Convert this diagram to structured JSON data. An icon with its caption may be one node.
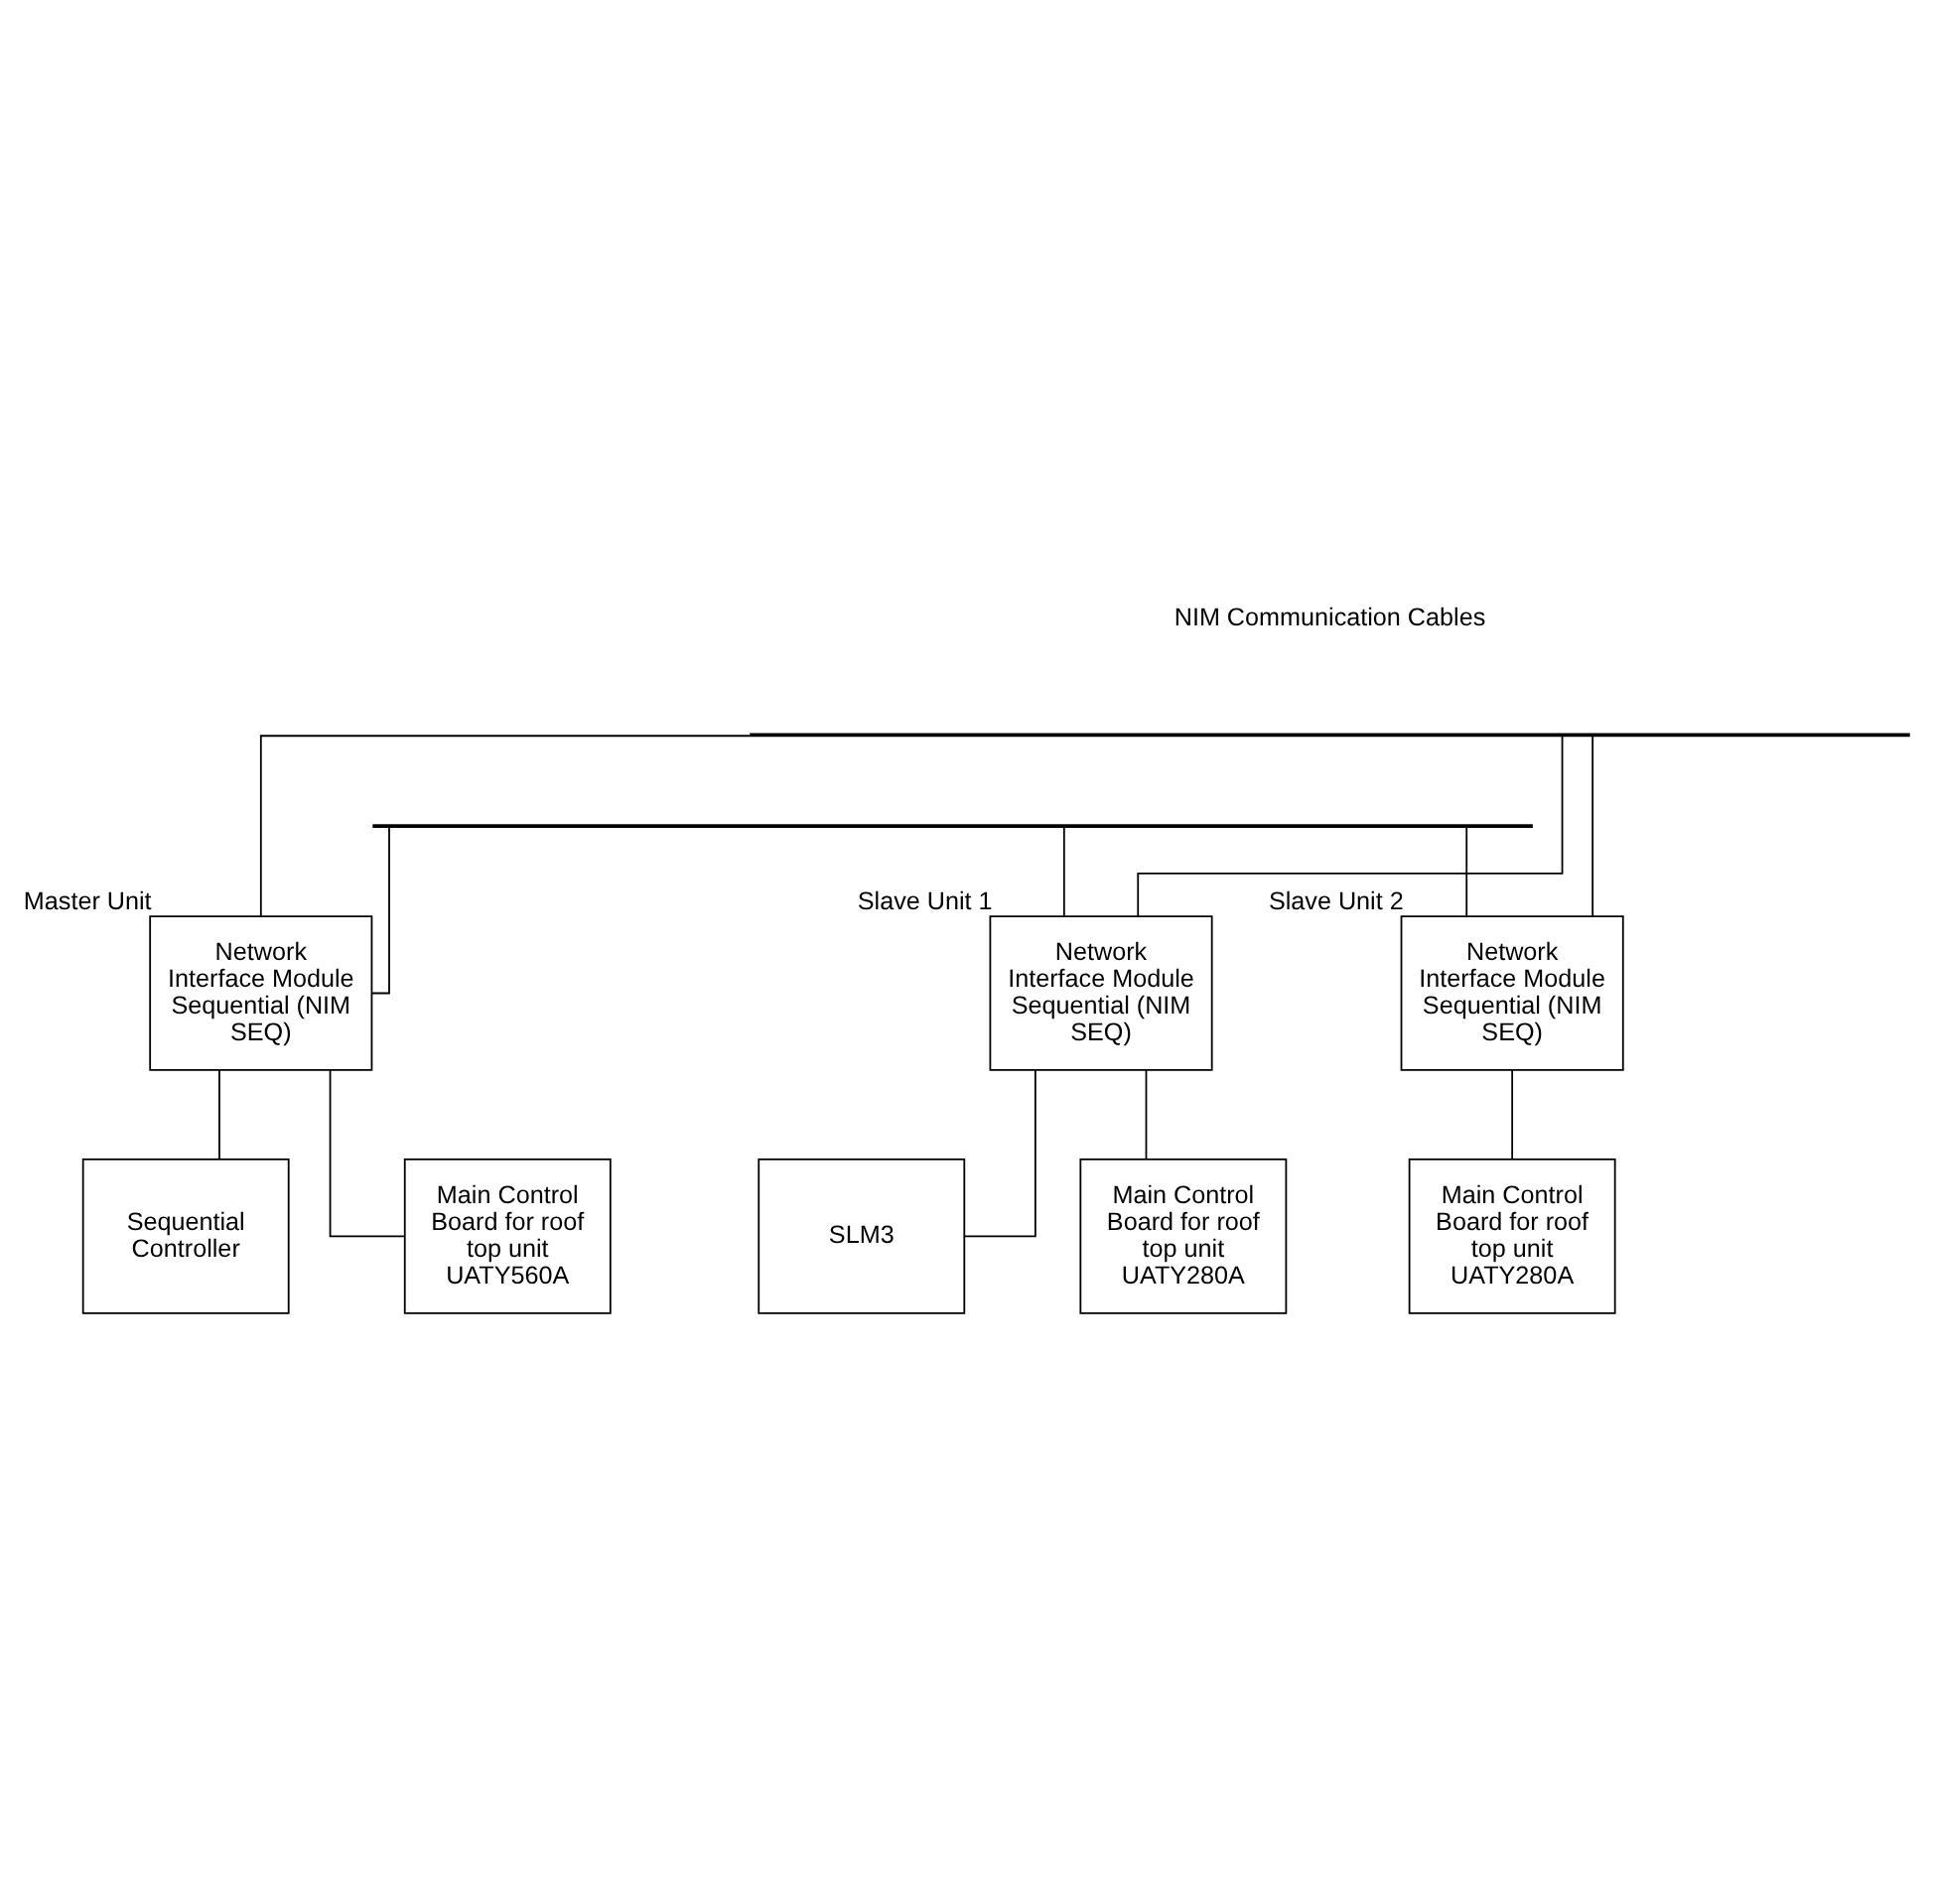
{
  "diagram": {
    "nodes": [
      {
        "text": [],
        "shape": "bar"
      },
      {
        "text": [],
        "shape": "bar"
      },
      {
        "text": [
          "Network Interface Module Sequential (NIM SEQ)"
        ],
        "beside": [
          "Master Unit"
        ]
      },
      {
        "text": [
          "Main Control Board for roof top unit UATY560A"
        ]
      },
      {
        "text": [
          "Network Interface Module Sequential (NIM SEQ)"
        ],
        "beside": [
          "Slave Unit 1"
        ]
      },
      {
        "text": [
          "Main Control Board for roof top unit UATY280A"
        ]
      },
      {
        "text": [
          "Network Interface Module Sequential (NIM SEQ)"
        ],
        "beside": [
          "Slave Unit 2"
        ]
      },
      {
        "text": [
          "Main Control Board for roof top unit UATY280A"
        ]
      },
      {
        "text": [
          "Sequential Controller"
        ]
      },
      {
        "text": [
          "SLM3"
        ]
      }
    ],
    "edges": [
      {
        "from": 0,
        "to": 2,
        "arrow": "none"
      },
      {
        "from": 1,
        "to": 2,
        "arrow": "none"
      },
      {
        "from": 0,
        "to": 4,
        "arrow": "none"
      },
      {
        "from": 1,
        "to": 4,
        "arrow": "none"
      },
      {
        "from": 0,
        "to": 6,
        "arrow": "none"
      },
      {
        "from": 1,
        "to": 6,
        "arrow": "none"
      },
      {
        "from": 2,
        "to": 3,
        "arrow": "none"
      },
      {
        "from": 4,
        "to": 5,
        "arrow": "none"
      },
      {
        "from": 6,
        "to": 7,
        "arrow": "none"
      },
      {
        "from": 2,
        "to": 8,
        "arrow": "none"
      },
      {
        "from": 4,
        "to": 9,
        "arrow": "none"
      }
    ],
    "labels": [
      "NIM Communication Cables"
    ]
  }
}
